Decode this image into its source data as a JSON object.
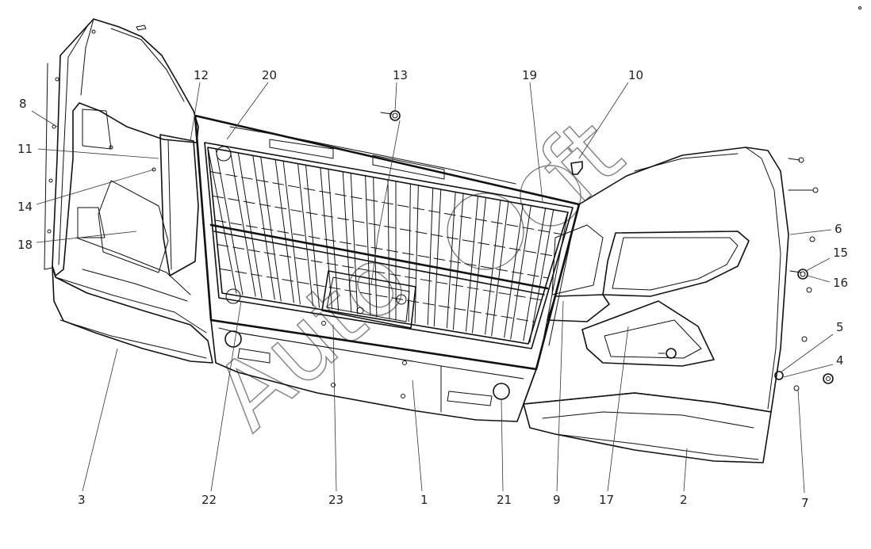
{
  "watermark": {
    "line1": "Auto",
    "line2": "ft"
  },
  "callouts": [
    {
      "id": "c1",
      "label": "1"
    },
    {
      "id": "c2",
      "label": "2"
    },
    {
      "id": "c3",
      "label": "3"
    },
    {
      "id": "c4",
      "label": "4"
    },
    {
      "id": "c5",
      "label": "5"
    },
    {
      "id": "c6",
      "label": "6"
    },
    {
      "id": "c7",
      "label": "7"
    },
    {
      "id": "c8",
      "label": "8"
    },
    {
      "id": "c9",
      "label": "9"
    },
    {
      "id": "c10",
      "label": "10"
    },
    {
      "id": "c11",
      "label": "11"
    },
    {
      "id": "c12",
      "label": "12"
    },
    {
      "id": "c13",
      "label": "13"
    },
    {
      "id": "c14",
      "label": "14"
    },
    {
      "id": "c15",
      "label": "15"
    },
    {
      "id": "c16",
      "label": "16"
    },
    {
      "id": "c17",
      "label": "17"
    },
    {
      "id": "c18",
      "label": "18"
    },
    {
      "id": "c19",
      "label": "19"
    },
    {
      "id": "c20",
      "label": "20"
    },
    {
      "id": "c21",
      "label": "21"
    },
    {
      "id": "c22",
      "label": "22"
    },
    {
      "id": "c23",
      "label": "23"
    }
  ]
}
